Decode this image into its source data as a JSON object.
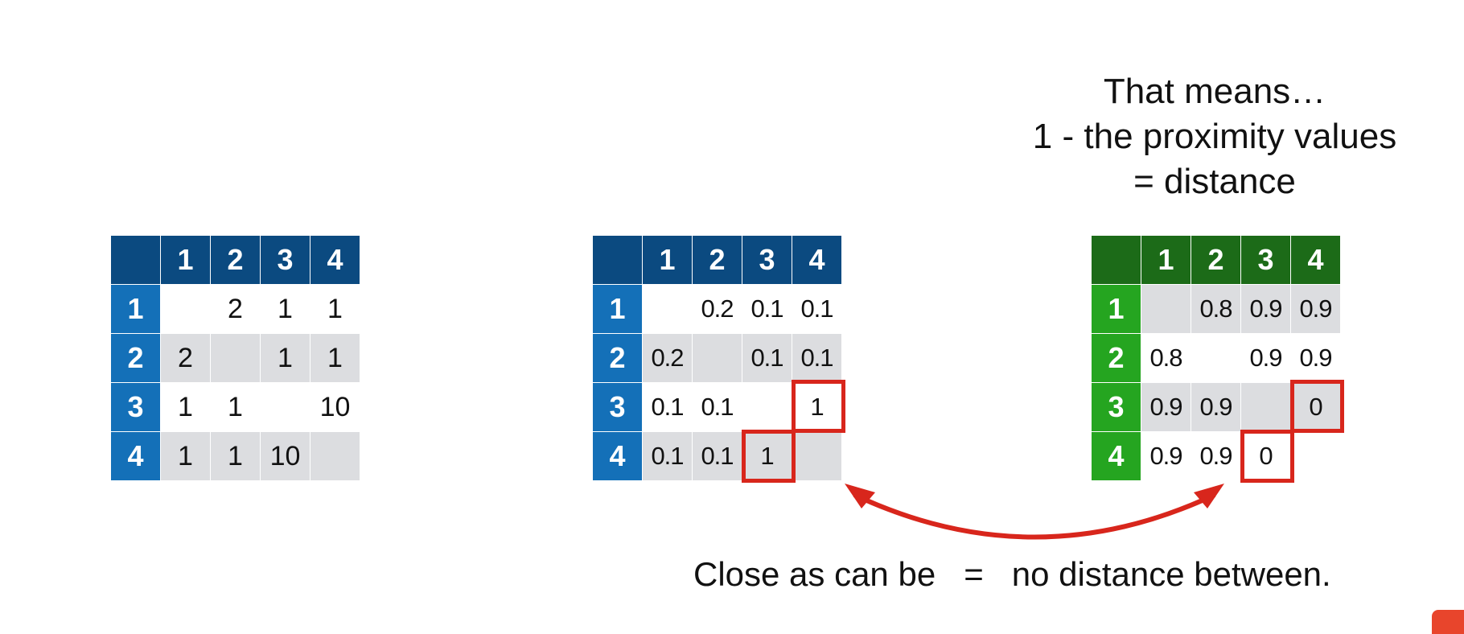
{
  "caption": {
    "line1": "That means…",
    "line2": "1 - the proximity values",
    "line3": "= distance"
  },
  "headers": [
    "1",
    "2",
    "3",
    "4"
  ],
  "matrices": [
    {
      "name": "raw-counts",
      "rows": [
        [
          "",
          "2",
          "1",
          "1"
        ],
        [
          "2",
          "",
          "1",
          "1"
        ],
        [
          "1",
          "1",
          "",
          "10"
        ],
        [
          "1",
          "1",
          "10",
          ""
        ]
      ]
    },
    {
      "name": "proximity",
      "rows": [
        [
          "",
          "0.2",
          "0.1",
          "0.1"
        ],
        [
          "0.2",
          "",
          "0.1",
          "0.1"
        ],
        [
          "0.1",
          "0.1",
          "",
          "1"
        ],
        [
          "0.1",
          "0.1",
          "1",
          ""
        ]
      ]
    },
    {
      "name": "distance",
      "rows": [
        [
          "",
          "0.8",
          "0.9",
          "0.9"
        ],
        [
          "0.8",
          "",
          "0.9",
          "0.9"
        ],
        [
          "0.9",
          "0.9",
          "",
          "0"
        ],
        [
          "0.9",
          "0.9",
          "0",
          ""
        ]
      ]
    }
  ],
  "note": {
    "left": "Close as can be",
    "eq": "=",
    "right": "no distance between."
  },
  "colors": {
    "blue_header": "#0b4a80",
    "blue_row": "#1470b8",
    "green_header": "#1c6b18",
    "green_row": "#25a520",
    "highlight": "#d8261c",
    "shade": "#dcdde0"
  }
}
